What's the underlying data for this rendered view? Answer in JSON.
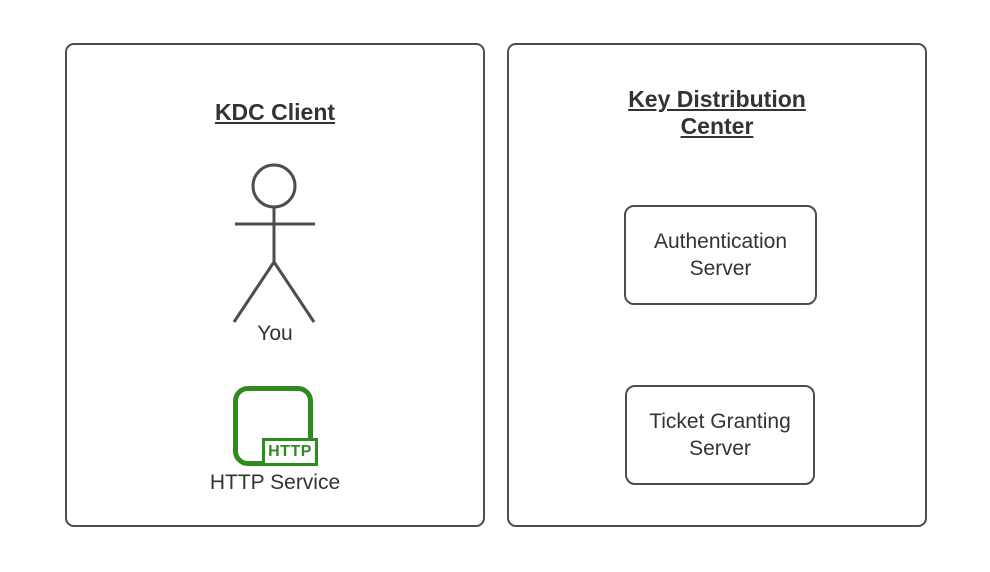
{
  "diagram": {
    "left_panel": {
      "title": "KDC Client",
      "actor_label": "You",
      "http_service_label": "HTTP Service",
      "http_badge_text": "HTTP"
    },
    "right_panel": {
      "title_line1": "Key Distribution",
      "title_line2": "Center",
      "servers": [
        {
          "label": "Authentication Server"
        },
        {
          "label": "Ticket Granting Server"
        }
      ]
    },
    "colors": {
      "panel_border": "#4d4d4d",
      "text": "#333333",
      "http_green": "#2f8b1f",
      "background": "#ffffff"
    }
  }
}
